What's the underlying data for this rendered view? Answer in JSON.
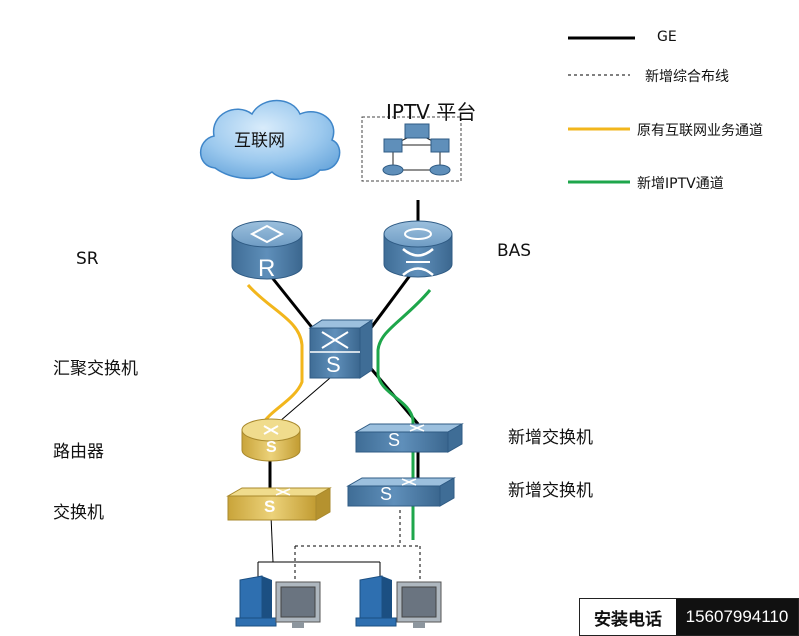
{
  "legend": {
    "ge": "GE",
    "new_cabling": "新增综合布线",
    "orig_internet": "原有互联网业务通道",
    "new_iptv": "新增IPTV通道"
  },
  "labels": {
    "internet": "互联网",
    "iptv_platform": "IPTV 平台",
    "sr": "SR",
    "bas": "BAS",
    "agg_switch": "汇聚交换机",
    "router": "路由器",
    "switch": "交换机",
    "new_switch_1": "新增交换机",
    "new_switch_2": "新增交换机"
  },
  "icons": {
    "router_glyph": "R",
    "switch_glyph": "S"
  },
  "contact": {
    "label": "安装电话",
    "number": "15607994110"
  },
  "colors": {
    "ge_line": "#000000",
    "orig_channel": "#f2b61c",
    "iptv_channel": "#1ea64b",
    "device_blue": "#4e7ea8",
    "device_gold": "#e3c35a"
  }
}
